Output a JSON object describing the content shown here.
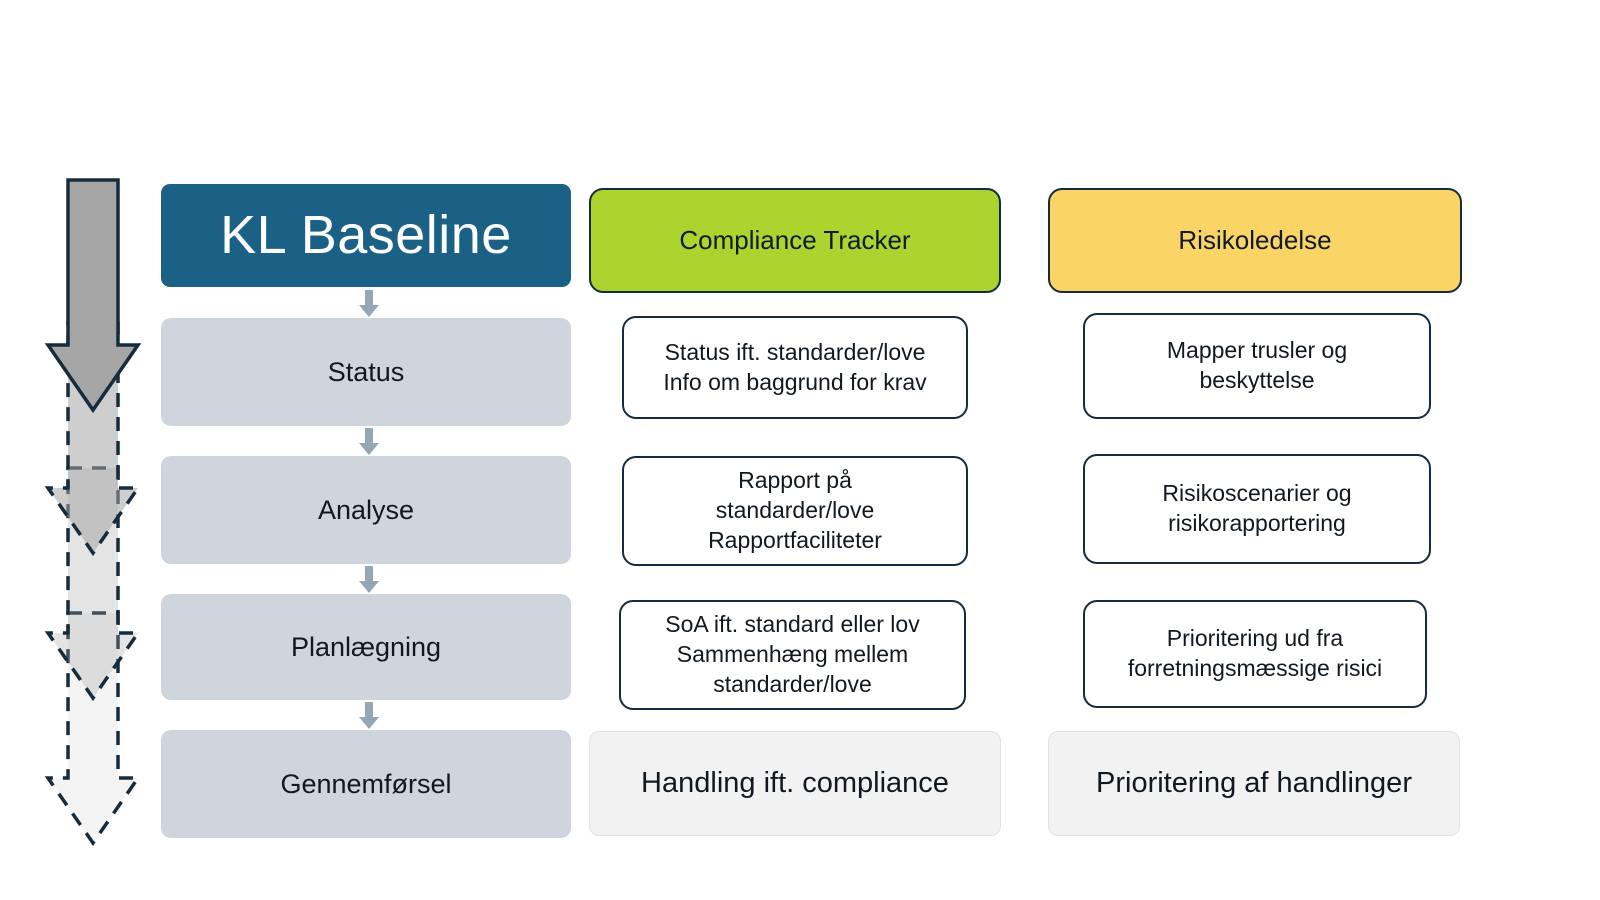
{
  "colors": {
    "baseline_header_bg": "#1A6185",
    "compliance_header_bg": "#ABD42E",
    "risiko_header_bg": "#FBD466",
    "stage_box_bg": "#CFD5DC",
    "card_border": "#152C3E",
    "summary_bg": "#F2F2F2",
    "arrow_fill": "#A6A6A6",
    "connector_arrow": "#8FA3B0"
  },
  "left_arrow": {
    "name": "progression-arrow",
    "segments": [
      {
        "label": "stage-1-arrow",
        "opacity": 1.0,
        "dashed": false
      },
      {
        "label": "stage-2-arrow",
        "opacity": 0.62,
        "dashed": true
      },
      {
        "label": "stage-3-arrow",
        "opacity": 0.34,
        "dashed": true
      },
      {
        "label": "stage-4-arrow",
        "opacity": 0.12,
        "dashed": true
      }
    ]
  },
  "columns": {
    "baseline": {
      "header": "KL Baseline",
      "stages": [
        {
          "label": "Status"
        },
        {
          "label": "Analyse"
        },
        {
          "label": "Planlægning"
        },
        {
          "label": "Gennemførsel"
        }
      ]
    },
    "compliance": {
      "header": "Compliance Tracker",
      "cards": [
        {
          "lines": [
            "Status ift. standarder/love",
            "Info om baggrund for krav"
          ]
        },
        {
          "lines": [
            "Rapport på",
            "standarder/love",
            "Rapportfaciliteter"
          ]
        },
        {
          "lines": [
            "SoA ift. standard eller lov",
            "Sammenhæng mellem",
            "standarder/love"
          ]
        }
      ],
      "summary": "Handling ift. compliance"
    },
    "risiko": {
      "header": "Risikoledelse",
      "cards": [
        {
          "lines": [
            "Mapper trusler og",
            "beskyttelse"
          ]
        },
        {
          "lines": [
            "Risikoscenarier og",
            "risikorapportering"
          ]
        },
        {
          "lines": [
            "Prioritering ud fra",
            "forretningsmæssige risici"
          ]
        }
      ],
      "summary": "Prioritering af handlinger"
    }
  }
}
